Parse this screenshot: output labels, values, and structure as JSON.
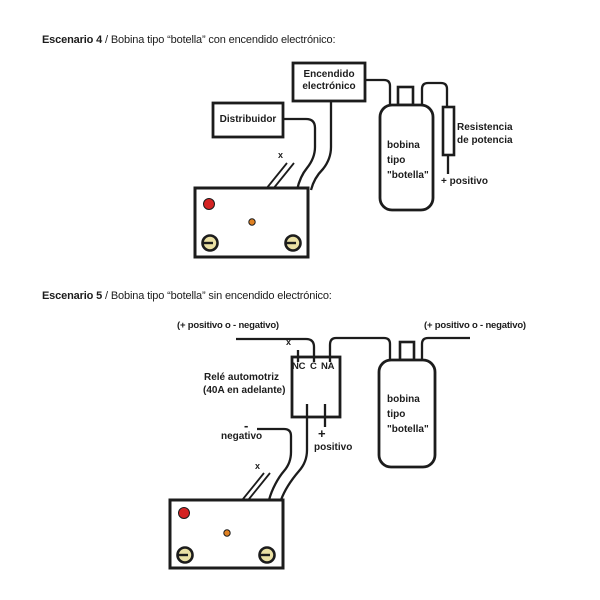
{
  "colors": {
    "line": "#1c1c1c",
    "red_dot": "#d42323",
    "red_dot_border": "#9e1818",
    "orange_dot": "#e08122",
    "orange_dot_border": "#9c5a12",
    "terminal_fill": "#eae0a4"
  },
  "scenario4": {
    "title_bold": "Escenario 4",
    "title_rest": " / Bobina tipo “botella” con encendido electrónico:",
    "encendido_line1": "Encendido",
    "encendido_line2": "electrónico",
    "distribuidor": "Distribuidor",
    "bobina_line1": "bobina",
    "bobina_line2": "tipo",
    "bobina_line3": "\"botella\"",
    "resistencia_line1": "Resistencia",
    "resistencia_line2": "de potencia",
    "positivo": "+ positivo",
    "x_mark": "x"
  },
  "scenario5": {
    "title_bold": "Escenario 5",
    "title_rest": " / Bobina tipo “botella” sin encendido electrónico:",
    "supply_left": "(+ positivo o - negativo)",
    "supply_right": "(+ positivo o - negativo)",
    "relay_line1": "Relé automotriz",
    "relay_line2": "(40A en adelante)",
    "terminal_nc": "NC",
    "terminal_c": "C",
    "terminal_na": "NA",
    "x_top": "x",
    "minus": "-",
    "negativo": "negativo",
    "plus": "+",
    "positivo": "positivo",
    "bobina_line1": "bobina",
    "bobina_line2": "tipo",
    "bobina_line3": "\"botella\"",
    "x_bottom": "x"
  }
}
